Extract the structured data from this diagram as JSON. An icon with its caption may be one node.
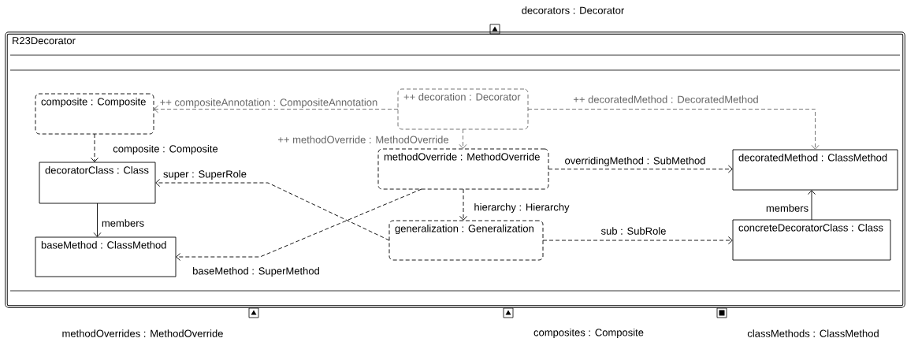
{
  "diagram": {
    "nodes": [
      {
        "text": [
          "R23Decorator"
        ]
      },
      {
        "text": [
          "composite : Composite"
        ],
        "in": 0
      },
      {
        "text": [
          "++ decoration : Decorator"
        ],
        "in": 0
      },
      {
        "text": [
          "decoratorClass : Class"
        ],
        "in": 0
      },
      {
        "text": [
          "methodOverride : MethodOverride"
        ],
        "in": 0
      },
      {
        "text": [
          "decoratedMethod : ClassMethod"
        ],
        "in": 0
      },
      {
        "text": [
          "baseMethod : ClassMethod"
        ],
        "in": 0
      },
      {
        "text": [
          "generalization : Generalization"
        ],
        "in": 0
      },
      {
        "text": [
          "concreteDecoratorClass : Class"
        ],
        "in": 0
      }
    ],
    "edges": [
      {
        "from": 2,
        "to": 1,
        "arrow": "to",
        "label": "++ compositeAnnotation : CompositeAnnotation",
        "style": "dashed",
        "color": "#666666"
      },
      {
        "from": 2,
        "to": 4,
        "arrow": "to",
        "label": "++ methodOverride : MethodOverride",
        "style": "dashed",
        "color": "#666666"
      },
      {
        "from": 2,
        "to": 5,
        "arrow": "to",
        "label": "++ decoratedMethod : DecoratedMethod",
        "style": "dashed",
        "color": "#666666"
      },
      {
        "from": 1,
        "to": 3,
        "arrow": "to",
        "label": "composite : Composite",
        "style": "dashed"
      },
      {
        "from": 3,
        "to": 6,
        "arrow": "to",
        "label": "members"
      },
      {
        "from": 7,
        "to": 3,
        "arrow": "to",
        "label": "super : SuperRole",
        "style": "dashed"
      },
      {
        "from": 4,
        "to": 6,
        "arrow": "to",
        "label": "baseMethod : SuperMethod",
        "style": "dashed"
      },
      {
        "from": 4,
        "to": 5,
        "arrow": "to",
        "label": "overridingMethod : SubMethod",
        "style": "dashed"
      },
      {
        "from": 4,
        "to": 7,
        "arrow": "to",
        "label": "hierarchy : Hierarchy",
        "style": "dashed"
      },
      {
        "from": 7,
        "to": 8,
        "arrow": "to",
        "label": "sub : SubRole",
        "style": "dashed"
      },
      {
        "from": 8,
        "to": 5,
        "arrow": "to",
        "label": "members"
      }
    ],
    "labels": [
      "decorators : Decorator",
      "methodOverrides : MethodOverride",
      "composites : Composite",
      "classMethods : ClassMethod"
    ]
  }
}
